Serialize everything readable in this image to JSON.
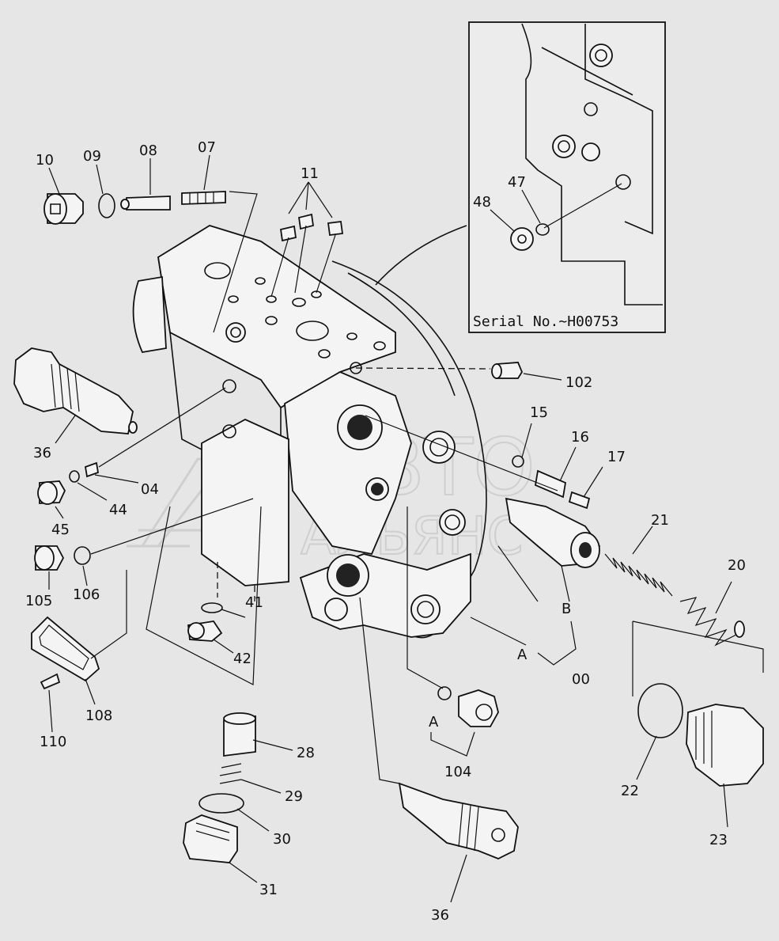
{
  "watermark": {
    "line1": "АВТО",
    "line2": "АЛЬЯНС"
  },
  "inset": {
    "serial": "Serial No.~H00753"
  },
  "labels": {
    "p10": "10",
    "p09": "09",
    "p08": "08",
    "p07": "07",
    "p11": "11",
    "p47": "47",
    "p48": "48",
    "p102": "102",
    "p15": "15",
    "p16": "16",
    "p17": "17",
    "p36_top": "36",
    "p04": "04",
    "p44": "44",
    "p45": "45",
    "p105": "105",
    "p106": "106",
    "p21": "21",
    "p20": "20",
    "p41": "41",
    "p42": "42",
    "pB": "B",
    "pA_mid": "A",
    "p00": "00",
    "p108": "108",
    "p110": "110",
    "pA_low": "A",
    "p104": "104",
    "p28": "28",
    "p29": "29",
    "p30": "30",
    "p31": "31",
    "p36_bottom": "36",
    "p22": "22",
    "p23": "23"
  }
}
